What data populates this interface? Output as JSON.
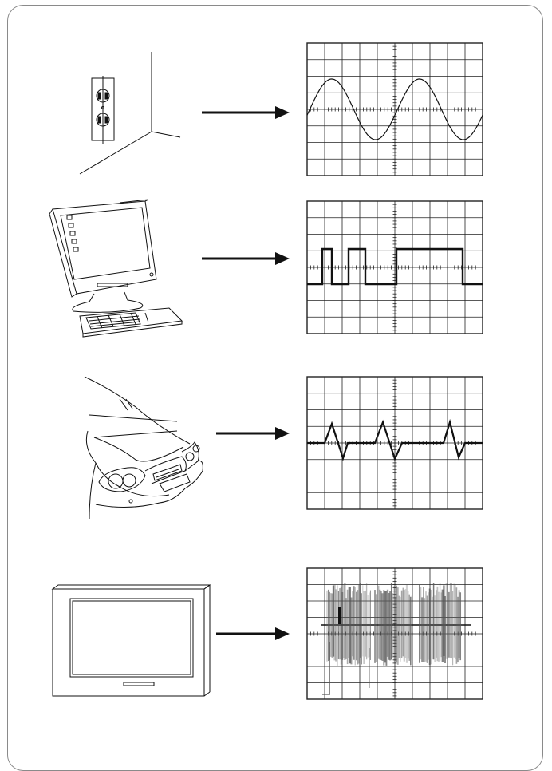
{
  "figure": {
    "rows": [
      {
        "source": "wall-outlet",
        "waveform": "sine"
      },
      {
        "source": "desktop-computer",
        "waveform": "square-pulses"
      },
      {
        "source": "car",
        "waveform": "triangular-spikes"
      },
      {
        "source": "flat-panel-tv",
        "waveform": "noise-bursts"
      }
    ],
    "colors": {
      "line": "#111111",
      "grid": "#222222",
      "frame": "#8a8a8a",
      "noise": "#555555"
    }
  }
}
